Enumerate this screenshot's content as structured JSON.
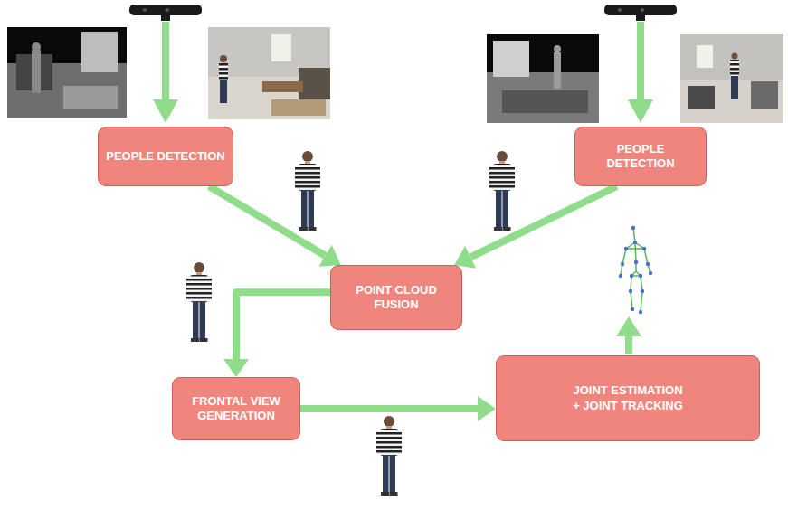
{
  "diagram": {
    "nodes": [
      {
        "text": [
          "PEOPLE DETECTION"
        ]
      },
      {
        "text": [
          "PEOPLE DETECTION"
        ]
      },
      {
        "text": [
          "POINT CLOUD FUSION"
        ]
      },
      {
        "text": [
          "FRONTAL VIEW GENERATION"
        ]
      },
      {
        "text": [
          "JOINT ESTIMATION + JOINT TRACKING"
        ]
      }
    ],
    "edges": [
      {
        "from": 0,
        "to": 2,
        "arrow": "to"
      },
      {
        "from": 1,
        "to": 2,
        "arrow": "to"
      },
      {
        "from": 2,
        "to": 3,
        "arrow": "to"
      },
      {
        "from": 3,
        "to": 4,
        "arrow": "to"
      }
    ]
  }
}
